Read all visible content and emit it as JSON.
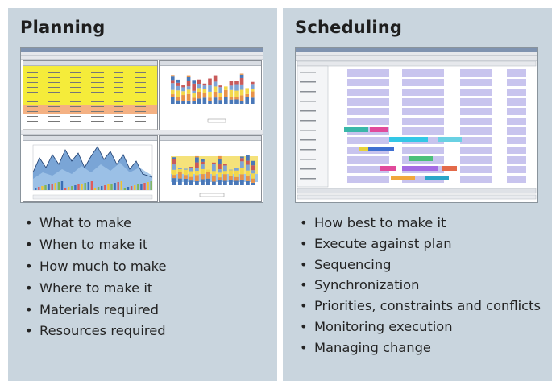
{
  "panels": {
    "planning": {
      "title": "Planning",
      "bullets": [
        "What to make",
        "When to make it",
        "How much to make",
        "Where to make it",
        "Materials required",
        "Resources required"
      ]
    },
    "scheduling": {
      "title": "Scheduling",
      "bullets": [
        "How best to make it",
        "Execute against plan",
        "Sequencing",
        "Synchronization",
        "Priorities, constraints and conflicts",
        "Monitoring execution",
        "Managing change"
      ]
    }
  },
  "colors": {
    "panel_bg": "#c9d5de",
    "table_highlight_yellow": "#f5ec3a",
    "table_highlight_orange": "#f4b183",
    "chart_blue": "#4a78b8",
    "chart_orange": "#e8934a",
    "chart_yellow": "#f3d84b",
    "gantt_lane": "#c8c4ee"
  }
}
